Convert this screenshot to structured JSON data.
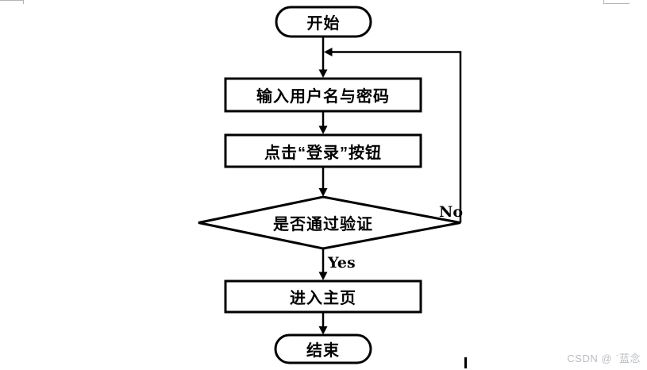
{
  "page": {
    "background_color": "#ffffff",
    "watermark": "CSDN @ ˊ蓝念",
    "watermark_color": "#b9bdc3"
  },
  "flowchart": {
    "stroke_color": "#000000",
    "fill_color": "#ffffff",
    "nodes": [
      {
        "id": "start",
        "type": "terminator",
        "label": "开始"
      },
      {
        "id": "input-credentials",
        "type": "process",
        "label": "输入用户名与密码"
      },
      {
        "id": "click-login",
        "type": "process",
        "label": "点击“登录”按钮"
      },
      {
        "id": "verify",
        "type": "decision",
        "label": "是否通过验证"
      },
      {
        "id": "enter-home",
        "type": "process",
        "label": "进入主页"
      },
      {
        "id": "end",
        "type": "terminator",
        "label": "结束"
      }
    ],
    "edges": {
      "yes_label": "Yes",
      "no_label": "No"
    }
  }
}
